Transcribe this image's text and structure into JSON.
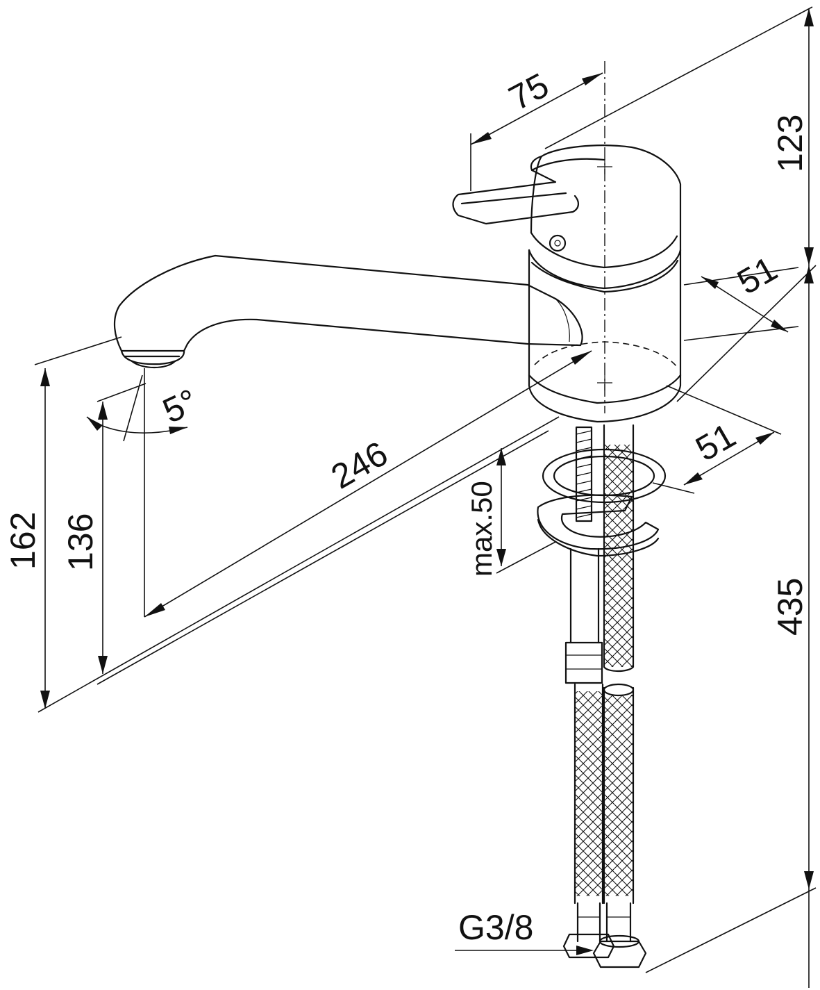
{
  "dimensions": {
    "handle_offset": "75",
    "height_above_deck": "123",
    "body_width_upper": "51",
    "body_width_lower": "51",
    "spout_reach": "246",
    "spout_angle": "5°",
    "outlet_height": "162",
    "outlet_height_low": "136",
    "deck_thickness": "max.50",
    "total_below": "435",
    "thread": "G3/8"
  }
}
